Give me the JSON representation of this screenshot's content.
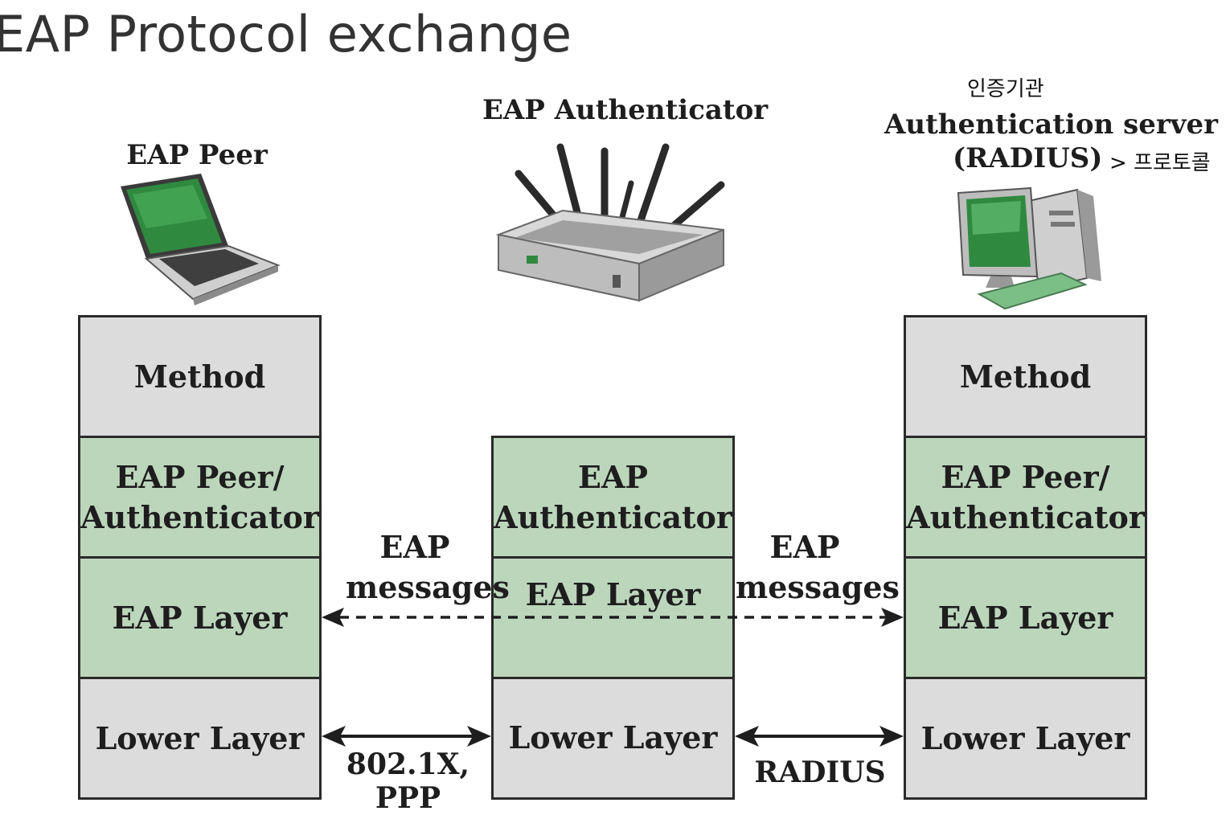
{
  "title": "EAP Protocol exchange",
  "devices": {
    "peer": {
      "label": "EAP Peer"
    },
    "authenticator": {
      "label": "EAP Authenticator"
    },
    "server": {
      "korean_label": "인증기관",
      "label_line1": "Authentication server",
      "label_line2": "(RADIUS)",
      "korean_note": "> 프로토콜"
    }
  },
  "stacks": {
    "peer": {
      "method": "Method",
      "role_line1": "EAP Peer/",
      "role_line2": "Authenticator",
      "eap_layer": "EAP Layer",
      "lower_layer": "Lower Layer"
    },
    "authenticator": {
      "role_line1": "EAP",
      "role_line2": "Authenticator",
      "eap_layer": "EAP Layer",
      "lower_layer": "Lower Layer"
    },
    "server": {
      "method": "Method",
      "role_line1": "EAP Peer/",
      "role_line2": "Authenticator",
      "eap_layer": "EAP Layer",
      "lower_layer": "Lower Layer"
    }
  },
  "links": {
    "eap_left": {
      "line1": "EAP",
      "line2": "messages"
    },
    "eap_right": {
      "line1": "EAP",
      "line2": "messages"
    },
    "lower_left": {
      "line1": "802.1X,",
      "line2": "PPP"
    },
    "lower_right": {
      "line1": "RADIUS"
    }
  },
  "colors": {
    "gray_layer": "#dcdcdc",
    "green_layer": "#bcd6bc",
    "border": "#2a2a2a"
  }
}
